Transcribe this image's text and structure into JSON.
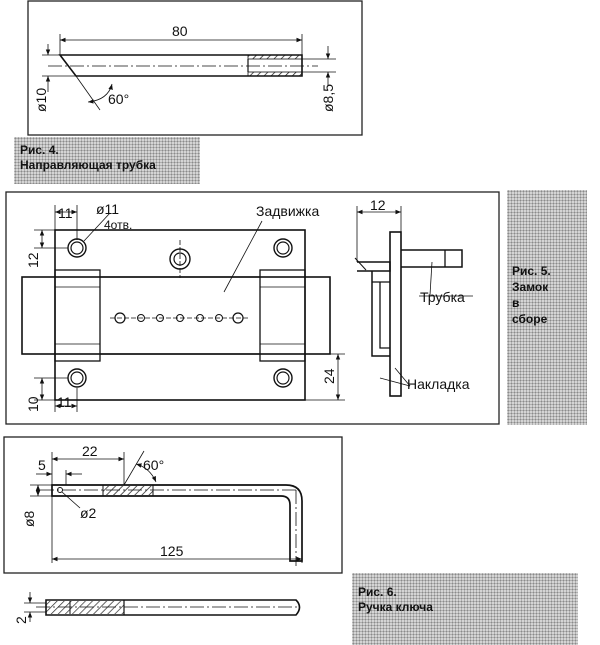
{
  "fig4": {
    "caption_num": "Рис. 4.",
    "caption_title": "Направляющая трубка",
    "dim_length": "80",
    "dim_diameter_outer": "ø10",
    "dim_diameter_inner": "ø8,5",
    "dim_angle": "60°"
  },
  "fig5": {
    "caption_num": "Рис. 5.",
    "caption_title_1": "Замок",
    "caption_title_2": "в",
    "caption_title_3": "сборе",
    "dim_hole_diam": "ø11",
    "dim_hole_count": "4отв.",
    "dim_11_top": "11",
    "dim_12_left": "12",
    "dim_10_bottom": "10",
    "dim_11_bottom": "11",
    "dim_24": "24",
    "dim_12_side": "12",
    "label_bolt": "Задвижка",
    "label_tube": "Трубка",
    "label_plate": "Накладка"
  },
  "fig6": {
    "caption_num": "Рис. 6.",
    "caption_title": "Ручка ключа",
    "dim_22": "22",
    "dim_5": "5",
    "dim_angle": "60°",
    "dim_diam8": "ø8",
    "dim_diam2": "ø2",
    "dim_125": "125",
    "dim_2": "2"
  }
}
